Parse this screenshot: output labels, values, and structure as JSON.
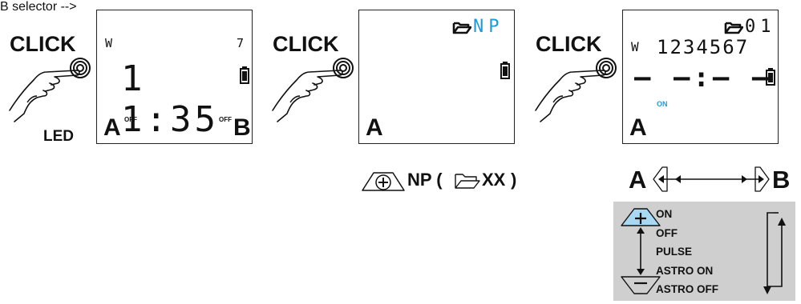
{
  "steps": [
    {
      "click": "CLICK",
      "extra": "LED"
    },
    {
      "click": "CLICK"
    },
    {
      "click": "CLICK"
    }
  ],
  "screen1": {
    "w": "W",
    "day": "7",
    "time": "1 1:35",
    "a": "A",
    "b": "B",
    "off_a": "OFF",
    "off_b": "OFF"
  },
  "screen2": {
    "np": "NP",
    "a": "A"
  },
  "screen3": {
    "prog": "01",
    "days": "1234567",
    "w": "W",
    "time": "– –:– –",
    "on": "ON",
    "a": "A"
  },
  "np_caption": {
    "label": "NP (",
    "folder": "XX",
    "close": ")"
  },
  "ab": {
    "a": "A",
    "b": "B"
  },
  "menu": {
    "items": [
      "ON",
      "OFF",
      "PULSE",
      "ASTRO ON",
      "ASTRO OFF"
    ]
  },
  "colors": {
    "accent": "#1e9ad6",
    "menu_bg": "#cfcfcf",
    "button_fill": "#a8d8f2"
  }
}
